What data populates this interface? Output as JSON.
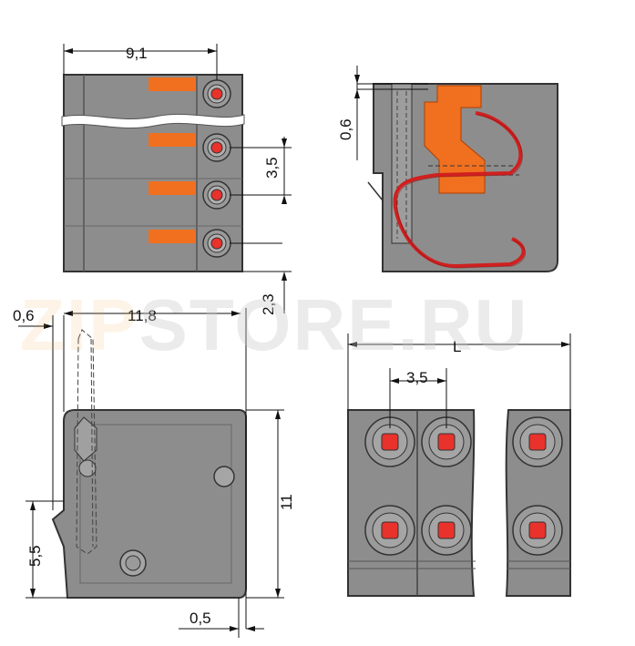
{
  "watermark": {
    "accent": "ZIP",
    "rest": "STORE.RU"
  },
  "dimensions": {
    "top_width": "9,1",
    "pitch_side": "3,5",
    "side_offset": "0,6",
    "bottom_gap": "2,3",
    "left_offset": "0,6",
    "length": "11,8",
    "total_width": "L",
    "pitch_front": "3,5",
    "height": "11",
    "lower_height": "5,5",
    "tab": "0,5"
  },
  "colors": {
    "housing": "#8d8d8d",
    "outline": "#333333",
    "button": "#f07020",
    "contact_red": "#e8322b",
    "spring_red": "#d02020"
  }
}
